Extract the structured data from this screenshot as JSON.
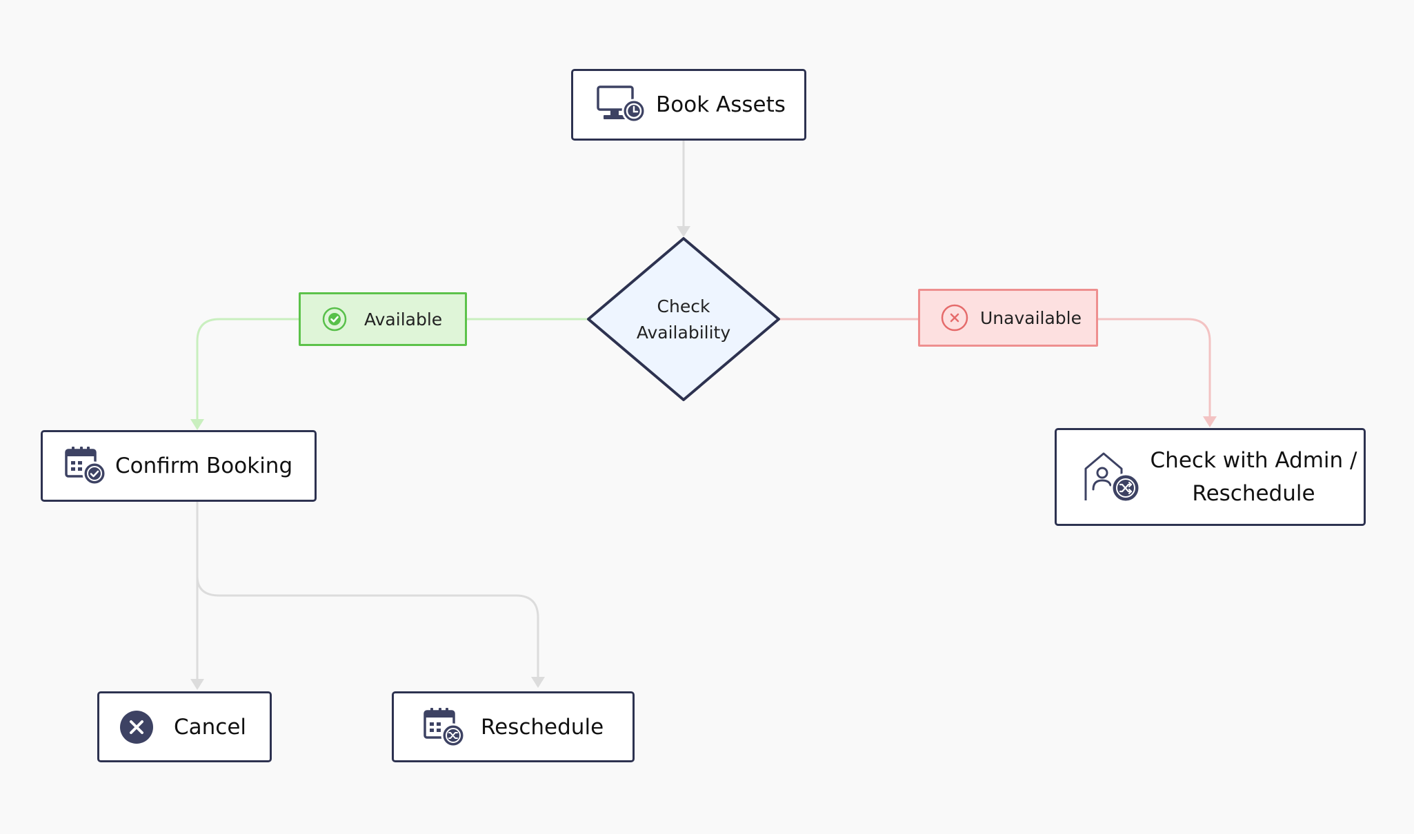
{
  "colors": {
    "background": "#f9f9f9",
    "node_border": "#2d3250",
    "icon": "#3d4263",
    "decision_fill": "#eef5ff",
    "neutral_edge": "#dcdcdc",
    "success_edge": "#c9efbf",
    "success_fill": "#dff5d8",
    "success_border": "#5cc24a",
    "danger_edge": "#f3c3c3",
    "danger_fill": "#fde0e0",
    "danger_border": "#ee8f8f"
  },
  "nodes": {
    "book_assets": {
      "label": "Book Assets",
      "icon": "monitor-clock-icon"
    },
    "check_availability": {
      "line1": "Check",
      "line2": "Availability"
    },
    "confirm_booking": {
      "label": "Confirm Booking",
      "icon": "calendar-check-icon"
    },
    "check_admin": {
      "line1": "Check with Admin /",
      "line2": "Reschedule",
      "icon": "home-user-shuffle-icon"
    },
    "cancel": {
      "label": "Cancel",
      "icon": "close-circle-icon"
    },
    "reschedule": {
      "label": "Reschedule",
      "icon": "calendar-shuffle-icon"
    }
  },
  "edge_labels": {
    "available": {
      "label": "Available",
      "icon": "check-circle-icon"
    },
    "unavailable": {
      "label": "Unavailable",
      "icon": "x-circle-icon"
    }
  },
  "edges": [
    {
      "from": "Book Assets",
      "to": "Check Availability",
      "kind": "neutral"
    },
    {
      "from": "Check Availability",
      "to": "Confirm Booking",
      "label": "Available",
      "kind": "success"
    },
    {
      "from": "Check Availability",
      "to": "Check with Admin / Reschedule",
      "label": "Unavailable",
      "kind": "danger"
    },
    {
      "from": "Confirm Booking",
      "to": "Cancel",
      "kind": "neutral"
    },
    {
      "from": "Confirm Booking",
      "to": "Reschedule",
      "kind": "neutral"
    }
  ]
}
